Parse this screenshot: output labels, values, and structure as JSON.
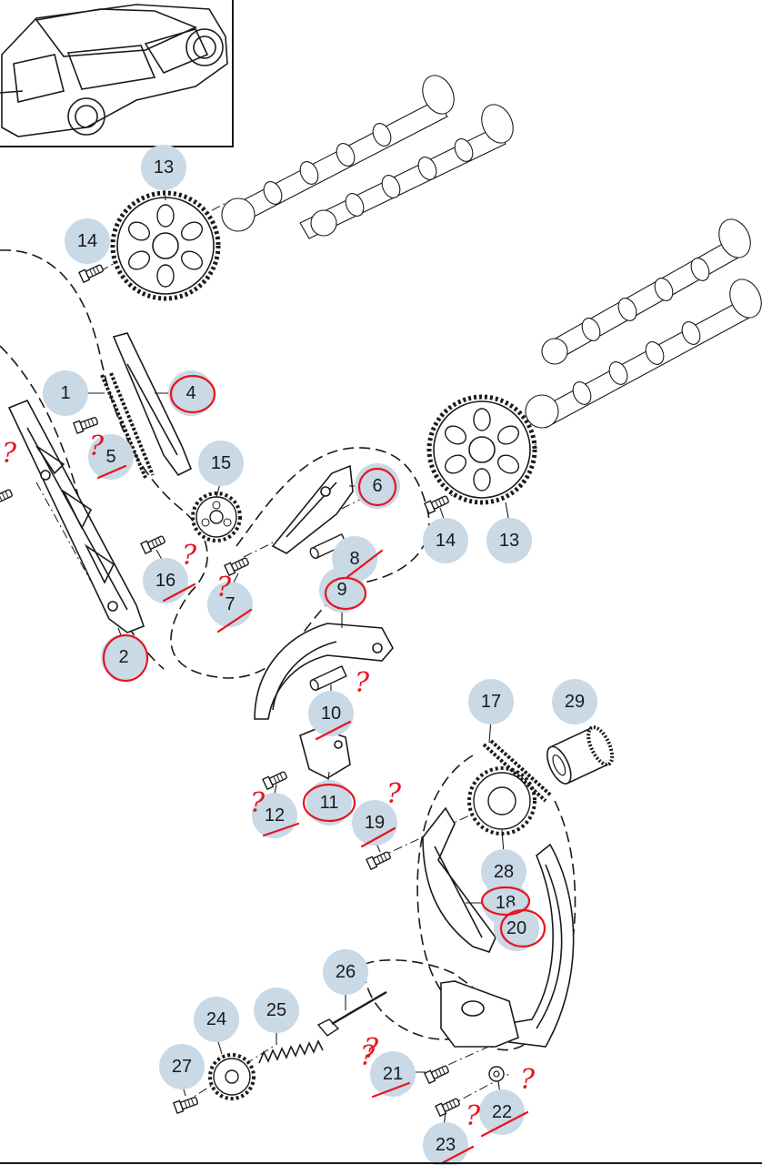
{
  "diagram": {
    "colors": {
      "callout_bubble": "#c9d9e6",
      "line_art": "#1a1a1a",
      "annotation_red": "#e8141e",
      "background": "#ffffff"
    },
    "inset": {
      "icon": "car-suv-icon"
    },
    "callouts": [
      {
        "id": "c13a",
        "label": "13"
      },
      {
        "id": "c14a",
        "label": "14"
      },
      {
        "id": "c1",
        "label": "1"
      },
      {
        "id": "c4",
        "label": "4"
      },
      {
        "id": "c5",
        "label": "5"
      },
      {
        "id": "c15",
        "label": "15"
      },
      {
        "id": "c6",
        "label": "6"
      },
      {
        "id": "c16",
        "label": "16"
      },
      {
        "id": "c7",
        "label": "7"
      },
      {
        "id": "c8",
        "label": "8"
      },
      {
        "id": "c9",
        "label": "9"
      },
      {
        "id": "c2",
        "label": "2"
      },
      {
        "id": "c14b",
        "label": "14"
      },
      {
        "id": "c13b",
        "label": "13"
      },
      {
        "id": "c10",
        "label": "10"
      },
      {
        "id": "c17",
        "label": "17"
      },
      {
        "id": "c29",
        "label": "29"
      },
      {
        "id": "c12",
        "label": "12"
      },
      {
        "id": "c11",
        "label": "11"
      },
      {
        "id": "c19",
        "label": "19"
      },
      {
        "id": "c28",
        "label": "28"
      },
      {
        "id": "c18",
        "label": "18"
      },
      {
        "id": "c20",
        "label": "20"
      },
      {
        "id": "c26",
        "label": "26"
      },
      {
        "id": "c25",
        "label": "25"
      },
      {
        "id": "c24",
        "label": "24"
      },
      {
        "id": "c27",
        "label": "27"
      },
      {
        "id": "c21",
        "label": "21"
      },
      {
        "id": "c22",
        "label": "22"
      },
      {
        "id": "c23",
        "label": "23"
      }
    ],
    "question_marks": [
      "?",
      "?",
      "?",
      "?",
      "?",
      "?",
      "?",
      "?",
      "?",
      "?",
      "?"
    ]
  }
}
